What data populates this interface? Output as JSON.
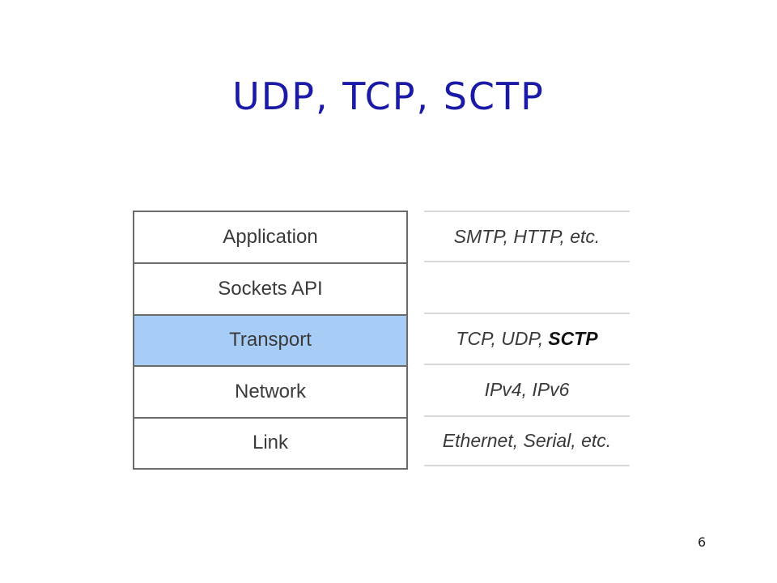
{
  "slide": {
    "title": "UDP, TCP, SCTP",
    "page_number": "6"
  },
  "stack": {
    "layers": [
      {
        "label": "Application",
        "highlighted": false
      },
      {
        "label": "Sockets API",
        "highlighted": false
      },
      {
        "label": "Transport",
        "highlighted": true
      },
      {
        "label": "Network",
        "highlighted": false
      },
      {
        "label": "Link",
        "highlighted": false
      }
    ],
    "highlight_color": "#a7cdf6"
  },
  "protocols": {
    "application": "SMTP, HTTP, etc.",
    "sockets_api": "",
    "transport_prefix": "TCP, UDP,",
    "transport_bold": "SCTP",
    "network": "IPv4, IPv6",
    "link": "Ethernet, Serial, etc."
  }
}
